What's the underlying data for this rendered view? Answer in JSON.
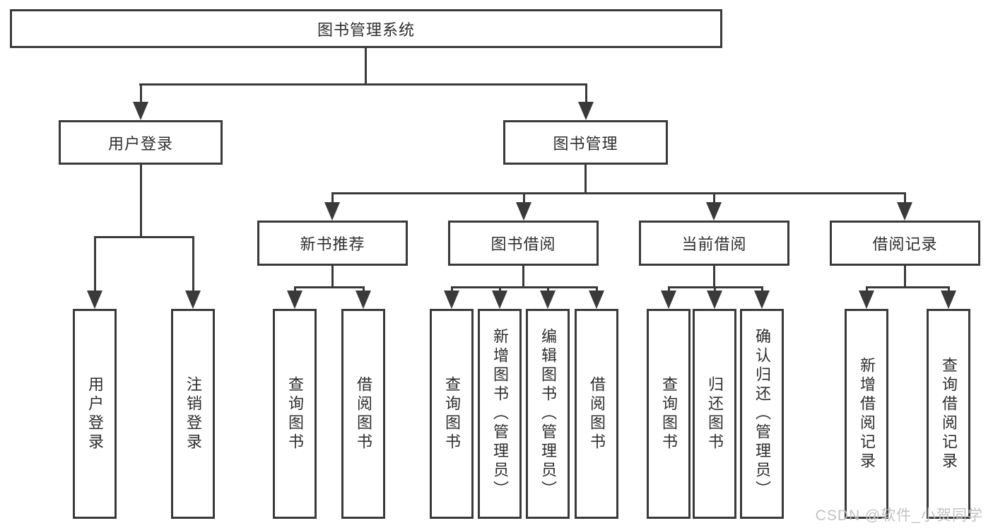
{
  "colors": {
    "line": "#3a3a3a",
    "text": "#2e2e2e",
    "watermark": "#c3c3c3",
    "background": "#ffffff"
  },
  "tree": {
    "root": {
      "label": "图书管理系统",
      "children": [
        {
          "label": "用户登录",
          "children": [
            {
              "label": "用户登录"
            },
            {
              "label": "注销登录"
            }
          ]
        },
        {
          "label": "图书管理",
          "children": [
            {
              "label": "新书推荐",
              "children": [
                {
                  "label": "查询图书"
                },
                {
                  "label": "借阅图书"
                }
              ]
            },
            {
              "label": "图书借阅",
              "children": [
                {
                  "label": "查询图书"
                },
                {
                  "label": "新增图书（管理员）"
                },
                {
                  "label": "编辑图书（管理员）"
                },
                {
                  "label": "借阅图书"
                }
              ]
            },
            {
              "label": "当前借阅",
              "children": [
                {
                  "label": "查询图书"
                },
                {
                  "label": "归还图书"
                },
                {
                  "label": "确认归还（管理员）"
                }
              ]
            },
            {
              "label": "借阅记录",
              "children": [
                {
                  "label": "新增借阅记录"
                },
                {
                  "label": "查询借阅记录"
                }
              ]
            }
          ]
        }
      ]
    }
  },
  "watermark": {
    "text": "CSDN @软件_小贺同学"
  }
}
